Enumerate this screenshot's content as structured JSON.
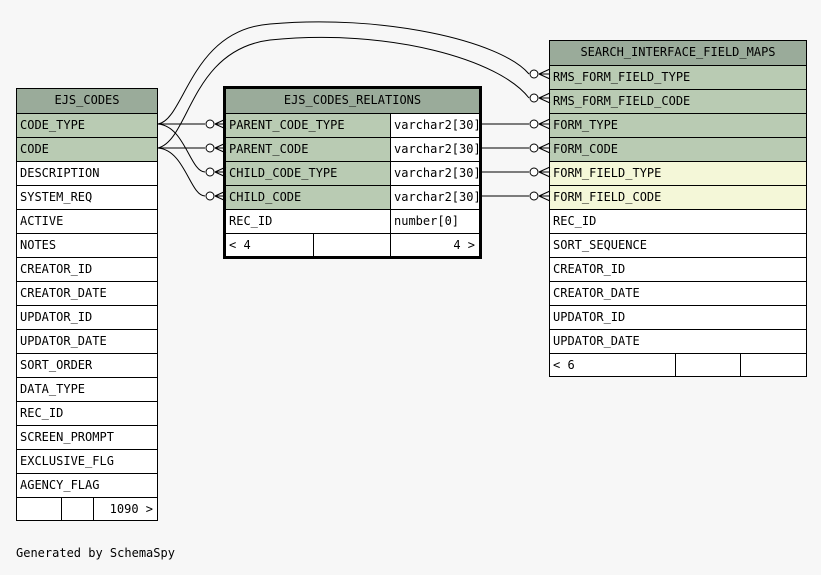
{
  "tables": {
    "ejs_codes": {
      "name": "EJS_CODES",
      "key_columns": [
        "CODE_TYPE",
        "CODE"
      ],
      "columns": [
        "DESCRIPTION",
        "SYSTEM_REQ",
        "ACTIVE",
        "NOTES",
        "CREATOR_ID",
        "CREATOR_DATE",
        "UPDATOR_ID",
        "UPDATOR_DATE",
        "SORT_ORDER",
        "DATA_TYPE",
        "REC_ID",
        "SCREEN_PROMPT",
        "EXCLUSIVE_FLG",
        "AGENCY_FLAG"
      ],
      "footer_right": "1090 >"
    },
    "ejs_codes_relations": {
      "name": "EJS_CODES_RELATIONS",
      "key_columns": [
        {
          "name": "PARENT_CODE_TYPE",
          "type": "varchar2[30]"
        },
        {
          "name": "PARENT_CODE",
          "type": "varchar2[30]"
        },
        {
          "name": "CHILD_CODE_TYPE",
          "type": "varchar2[30]"
        },
        {
          "name": "CHILD_CODE",
          "type": "varchar2[30]"
        }
      ],
      "columns": [
        {
          "name": "REC_ID",
          "type": "number[0]"
        }
      ],
      "footer_left": "< 4",
      "footer_right": "4 >"
    },
    "search_interface_field_maps": {
      "name": "SEARCH_INTERFACE_FIELD_MAPS",
      "key_columns": [
        "RMS_FORM_FIELD_TYPE",
        "RMS_FORM_FIELD_CODE",
        "FORM_TYPE",
        "FORM_CODE"
      ],
      "fk_columns": [
        "FORM_FIELD_TYPE",
        "FORM_FIELD_CODE"
      ],
      "columns": [
        "REC_ID",
        "SORT_SEQUENCE",
        "CREATOR_ID",
        "CREATOR_DATE",
        "UPDATOR_ID",
        "UPDATOR_DATE"
      ],
      "footer_left": "< 6"
    }
  },
  "caption": "Generated by SchemaSpy"
}
